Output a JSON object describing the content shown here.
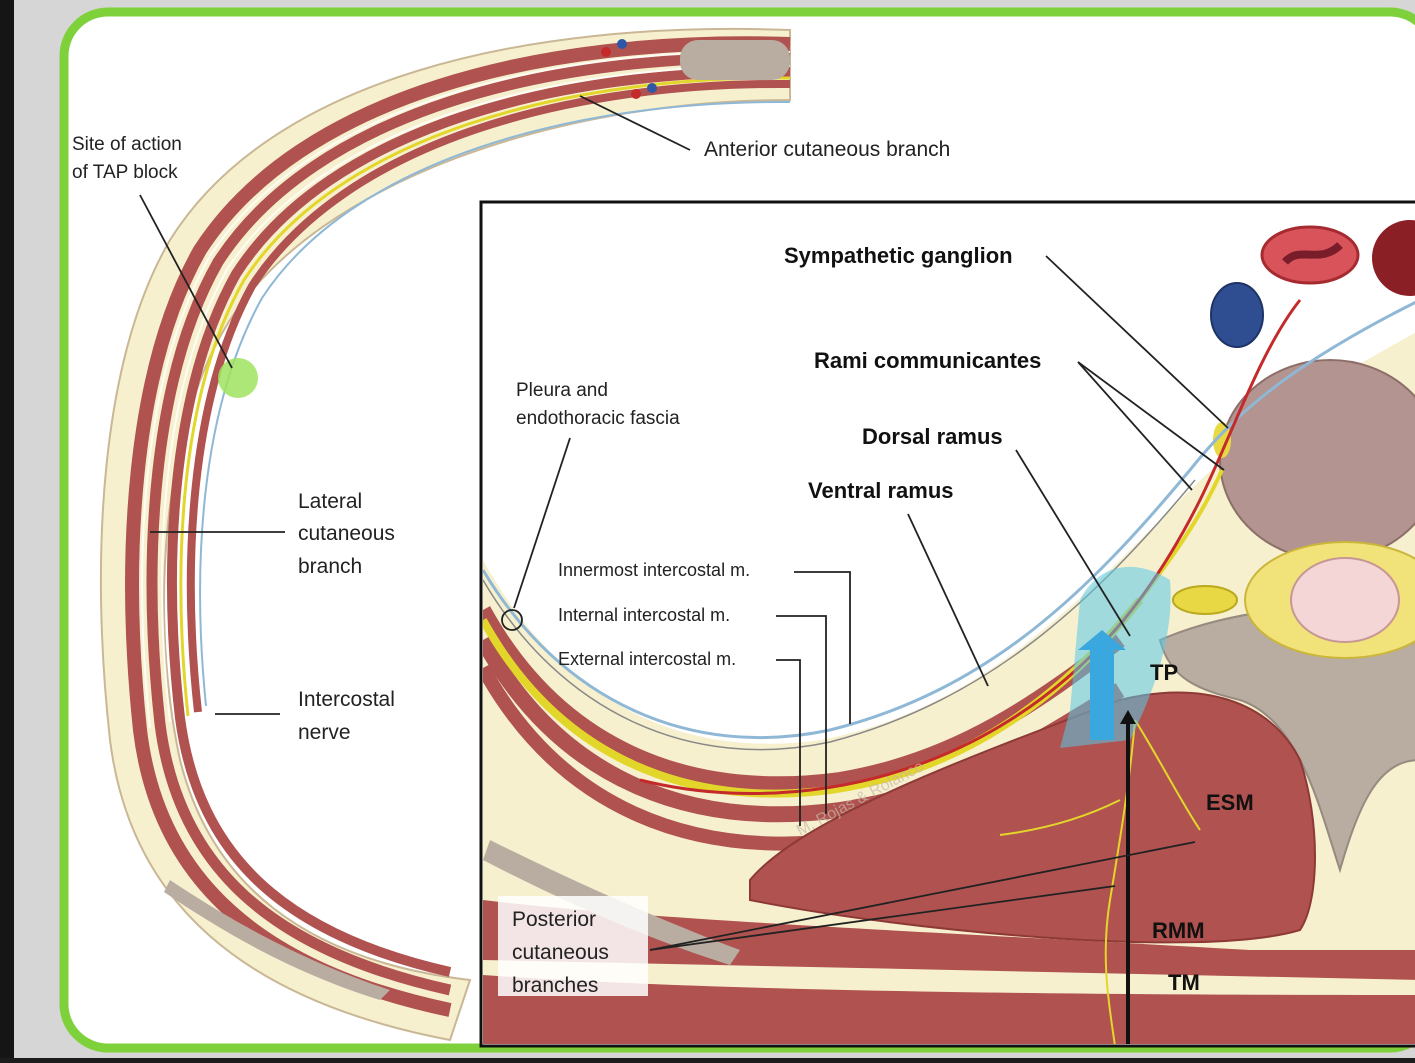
{
  "diagram": {
    "labels": {
      "site_tap_1": "Site of action",
      "site_tap_2": "of TAP block",
      "anterior_cutaneous": "Anterior cutaneous branch",
      "lateral_1": "Lateral",
      "lateral_2": "cutaneous",
      "lateral_3": "branch",
      "intercostal_1": "Intercostal",
      "intercostal_2": "nerve",
      "sympathetic_ganglion": "Sympathetic ganglion",
      "rami_communicantes": "Rami communicantes",
      "dorsal_ramus": "Dorsal ramus",
      "ventral_ramus": "Ventral ramus",
      "pleura_1": "Pleura and",
      "pleura_2": "endothoracic fascia",
      "innermost": "Innermost intercostal m.",
      "internal": "Internal intercostal m.",
      "external": "External intercostal m.",
      "tp": "TP",
      "esm": "ESM",
      "rmm": "RMM",
      "tm": "TM",
      "posterior_1": "Posterior",
      "posterior_2": "cutaneous",
      "posterior_3": "branches",
      "watermark": "M. Rojas & Rolanco"
    },
    "colors": {
      "frame_border": "#7fd13b",
      "muscle": "#b0524f",
      "fat": "#f7f0cf",
      "nerve": "#e3d62a",
      "bone": "#b9aca1",
      "block_blue": "#5ac8e8",
      "tap_green": "#9fe35f"
    }
  }
}
